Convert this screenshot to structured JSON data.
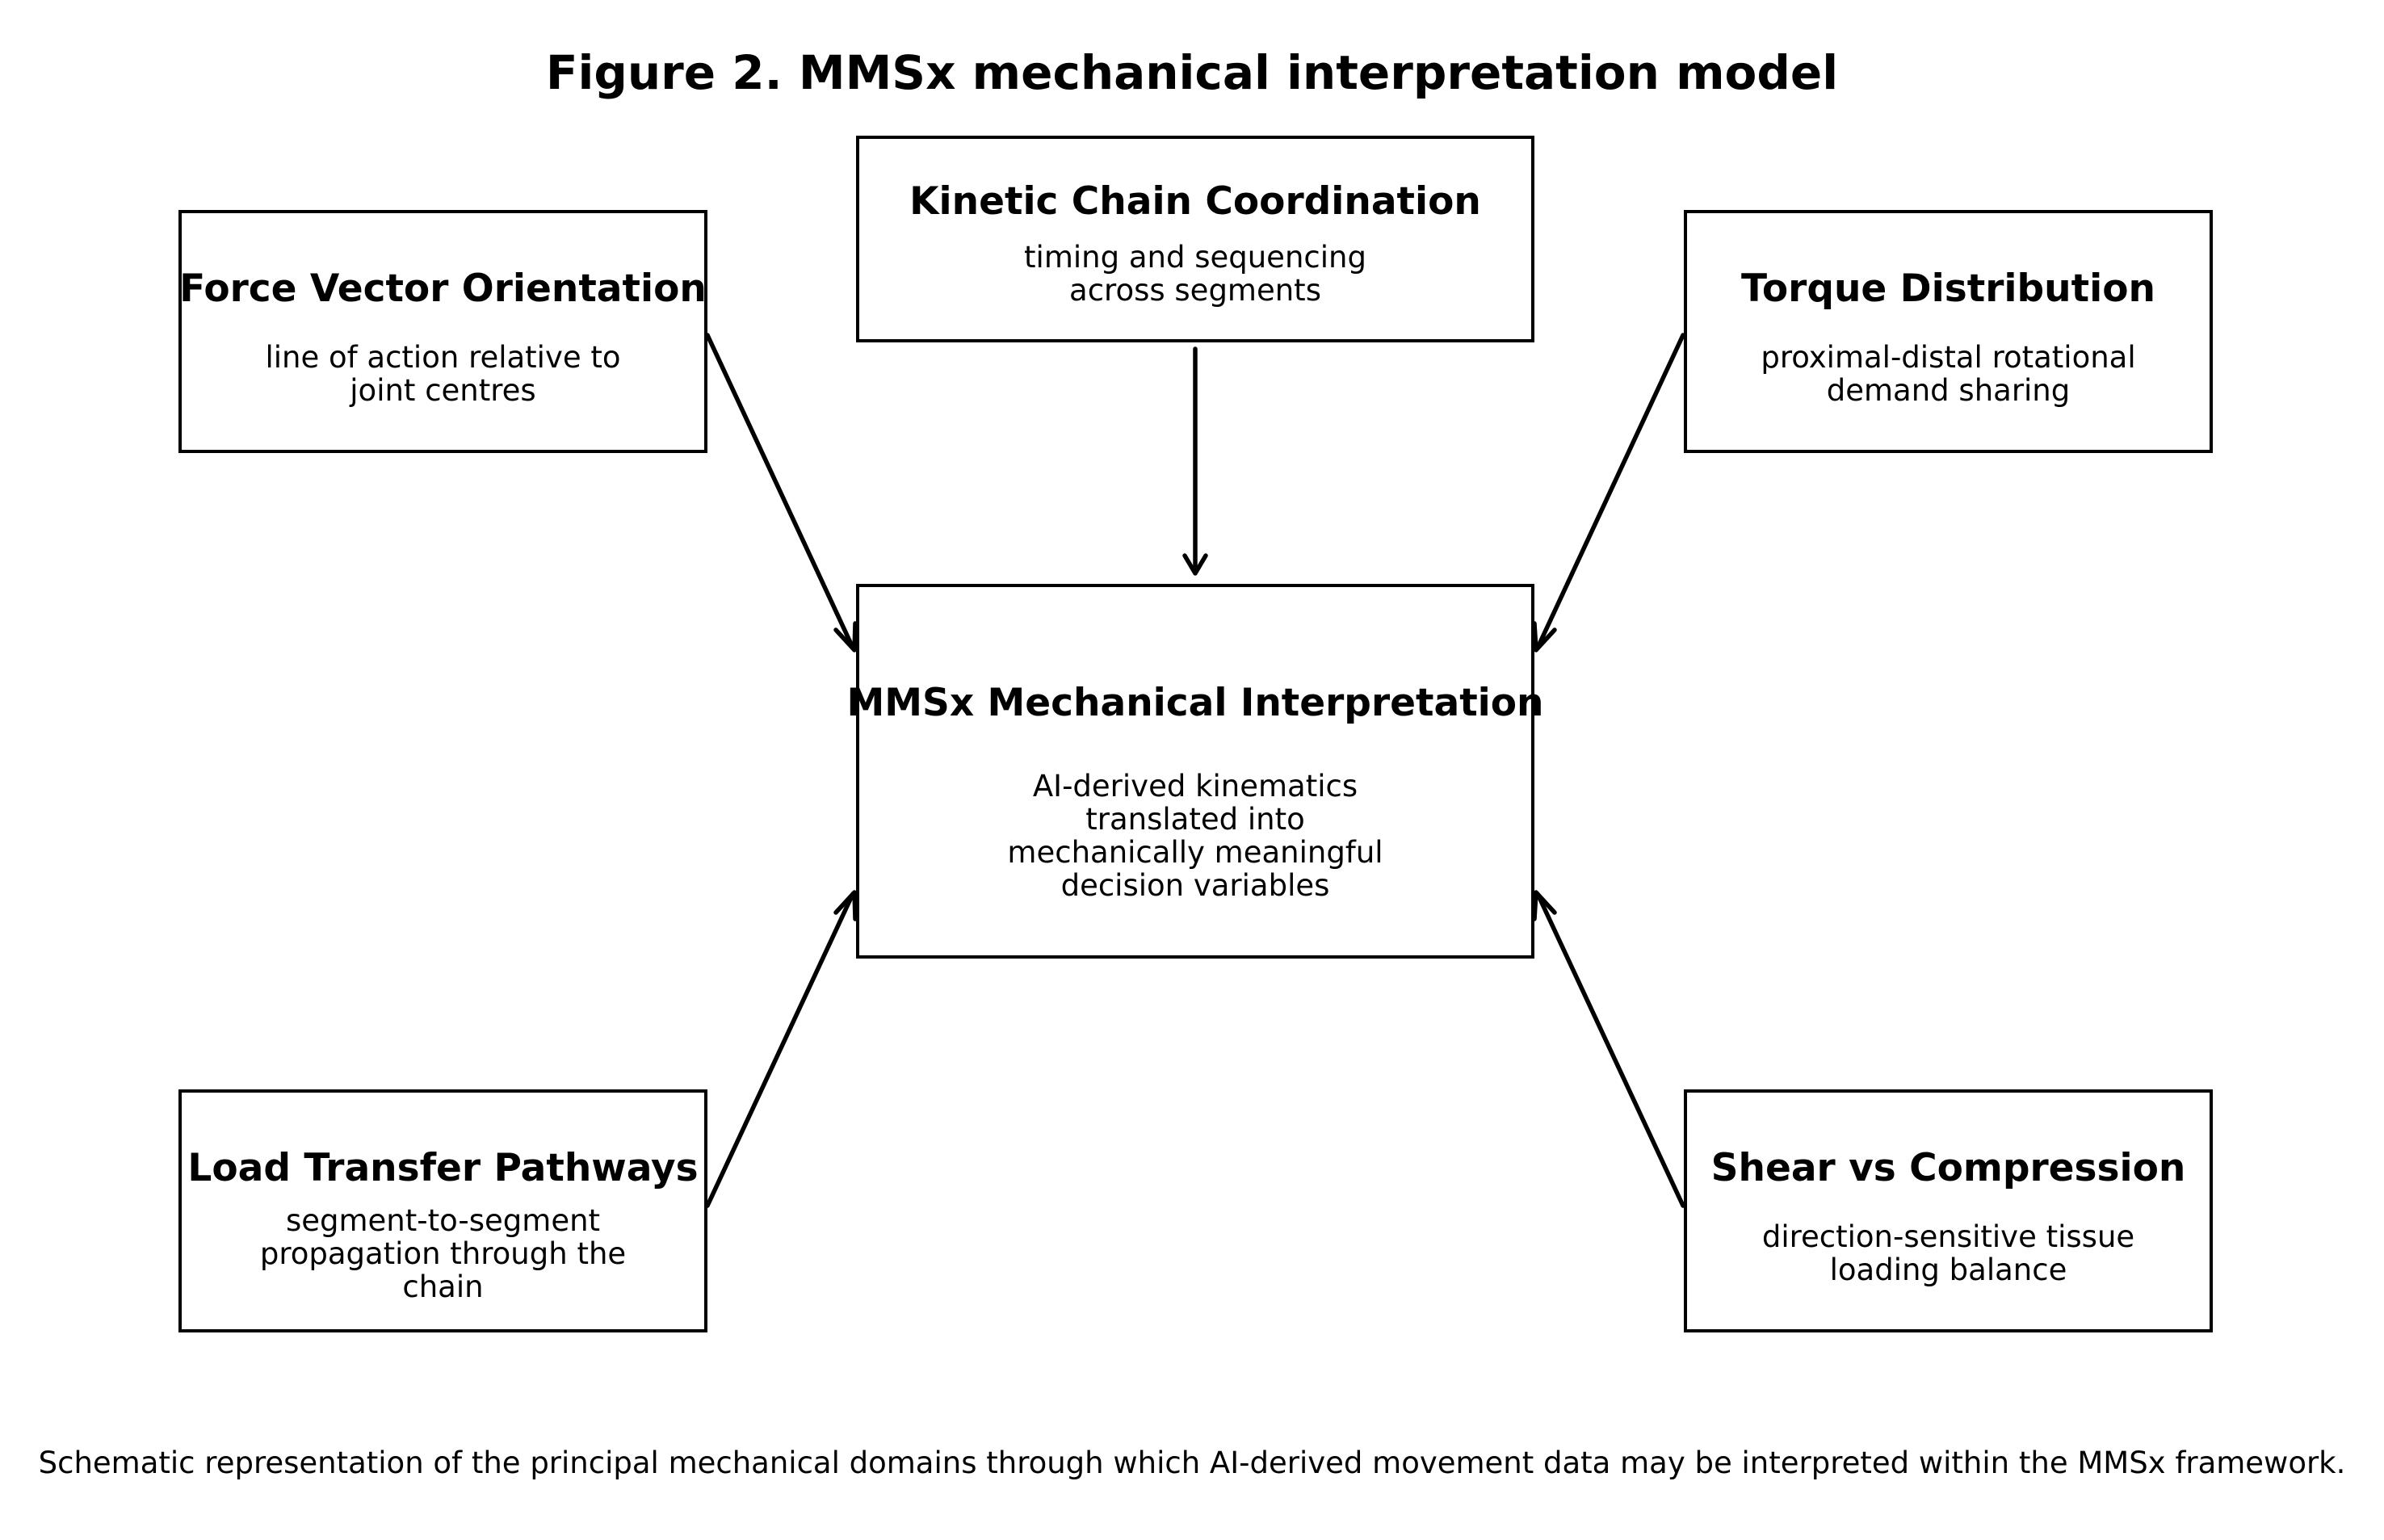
{
  "figure": {
    "title": "Figure 2. MMSx mechanical interpretation model",
    "caption": "Schematic representation of the principal mechanical domains through which AI-derived movement data may be interpreted within the MMSx framework."
  },
  "central": {
    "title": "MMSx Mechanical Interpretation",
    "description": "AI-derived kinematics\ntranslated into\nmechanically meaningful\ndecision variables"
  },
  "domains": {
    "kinetic": {
      "title": "Kinetic Chain Coordination",
      "description": "timing and sequencing\nacross segments"
    },
    "force": {
      "title": "Force Vector Orientation",
      "description": "line of action relative to\njoint centres"
    },
    "torque": {
      "title": "Torque Distribution",
      "description": "proximal-distal rotational\ndemand sharing"
    },
    "load": {
      "title": "Load Transfer Pathways",
      "description": "segment-to-segment\npropagation through the\nchain"
    },
    "shear": {
      "title": "Shear vs Compression",
      "description": "direction-sensitive tissue\nloading balance"
    }
  }
}
